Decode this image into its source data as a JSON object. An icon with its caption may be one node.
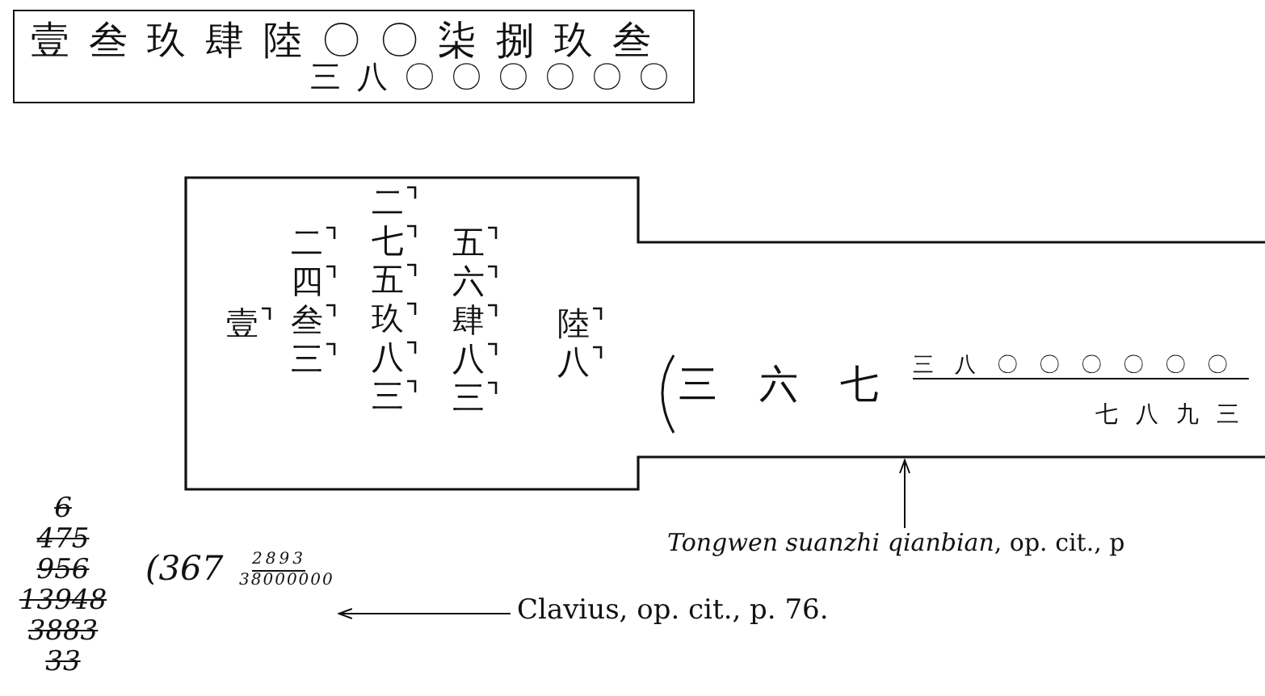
{
  "diagram": {
    "nodes": [
      {
        "text": [
          "壹叁玖肆陸〇〇柒捌玖叁",
          "三八〇〇〇〇〇〇"
        ]
      },
      {
        "text": [
          "壹",
          "二四叁三",
          "二七五玖八三",
          "五六肆八三",
          "陸八",
          "三六七",
          "三八〇〇〇〇〇〇",
          "七八九三"
        ]
      },
      {
        "text": [
          "6 475 956 13948 3883 33",
          "(367",
          "2893",
          "38000000"
        ]
      },
      {
        "text": [
          "*Tongwen suanzhi qianbian*, op. cit., p"
        ]
      },
      {
        "text": [
          "Clavius, op. cit., p. 76."
        ]
      }
    ],
    "edges": [
      {
        "from": 3,
        "to": 1,
        "arrow": "to"
      },
      {
        "from": 4,
        "to": 2,
        "arrow": "to"
      }
    ]
  }
}
